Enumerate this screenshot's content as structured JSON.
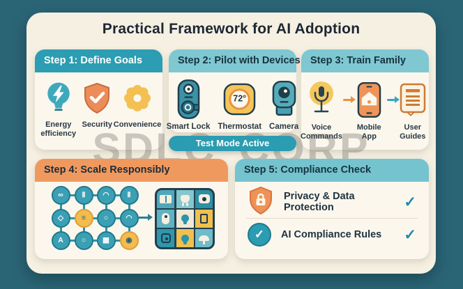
{
  "title": "Practical Framework for AI Adoption",
  "watermark": "SDLC CORP",
  "palette": {
    "background": "#2A6576",
    "board": "#F5F0E2",
    "card": "#FBF7ED",
    "teal_strong": "#2C9DB3",
    "teal_light": "#7FC7D1",
    "orange_header": "#F0995F",
    "yellow": "#F2C14F",
    "orange_icon": "#EC8C59",
    "navy_text": "#1D2733",
    "check_teal": "#1C89A9"
  },
  "steps": [
    {
      "header": "Step 1: Define Goals",
      "items": [
        {
          "icon": "lightbulb-bolt-icon",
          "label": "Energy efficiency"
        },
        {
          "icon": "shield-check-icon",
          "label": "Security"
        },
        {
          "icon": "flower-icon",
          "label": "Convenience"
        }
      ]
    },
    {
      "header": "Step 2: Pilot with Devices",
      "devices": [
        {
          "icon": "smart-lock-icon",
          "label": "Smart Lock"
        },
        {
          "icon": "thermostat-icon",
          "label": "Thermostat",
          "reading": "72°"
        },
        {
          "icon": "camera-icon",
          "label": "Camera"
        }
      ],
      "footer": "Test Mode Active"
    },
    {
      "header": "Step 3: Train Family",
      "items": [
        {
          "icon": "voice-mic-icon",
          "label": "Voice Commands"
        },
        {
          "icon": "mobile-app-icon",
          "label": "Mobile App"
        },
        {
          "icon": "user-guide-icon",
          "label": "User Guides"
        }
      ]
    },
    {
      "header": "Step 4: Scale Responsibly",
      "network": {
        "nodes": [
          {
            "color": "teal",
            "icon": "link-icon",
            "glyph": "∞"
          },
          {
            "color": "teal",
            "icon": "pause-icon",
            "glyph": "Ⅱ"
          },
          {
            "color": "teal",
            "icon": "plug-icon",
            "glyph": "◠"
          },
          {
            "color": "teal",
            "icon": "pause-icon",
            "glyph": "Ⅱ"
          },
          {
            "color": "teal",
            "icon": "shield-icon",
            "glyph": "◇"
          },
          {
            "color": "yellow",
            "icon": "settings-icon",
            "glyph": "≡"
          },
          {
            "color": "teal",
            "icon": "ring-icon",
            "glyph": "○"
          },
          {
            "color": "teal",
            "icon": "plug-icon",
            "glyph": "◠"
          },
          {
            "color": "teal",
            "icon": "lock-icon",
            "glyph": "A"
          },
          {
            "color": "teal",
            "icon": "ring-icon",
            "glyph": "○"
          },
          {
            "color": "teal",
            "icon": "camera-icon",
            "glyph": "▦"
          },
          {
            "color": "yellow",
            "icon": "location-pin-icon",
            "glyph": "◉"
          }
        ]
      },
      "grid": {
        "tiles": [
          {
            "bg": "#4FA8BA",
            "icon": "window-icon"
          },
          {
            "bg": "#85C6CF",
            "icon": "plug-icon"
          },
          {
            "bg": "#2F8FA3",
            "icon": "camera-icon"
          },
          {
            "bg": "#5FB2C2",
            "icon": "doorbell-icon"
          },
          {
            "bg": "#F0E9D6",
            "icon": "bulb-icon"
          },
          {
            "bg": "#EFC050",
            "icon": "panel-icon"
          },
          {
            "bg": "#2F96AC",
            "icon": "socket-icon"
          },
          {
            "bg": "#EFC050",
            "icon": "bulb-icon"
          },
          {
            "bg": "#6FBCC9",
            "icon": "lamp-icon"
          }
        ]
      }
    },
    {
      "header": "Step 5: Compliance Check",
      "items": [
        {
          "icon": "shield-lock-icon",
          "label": "Privacy & Data Protection",
          "check": "✓"
        },
        {
          "icon": "circle-check-icon",
          "label": "AI Compliance Rules",
          "check": "✓"
        }
      ]
    }
  ]
}
